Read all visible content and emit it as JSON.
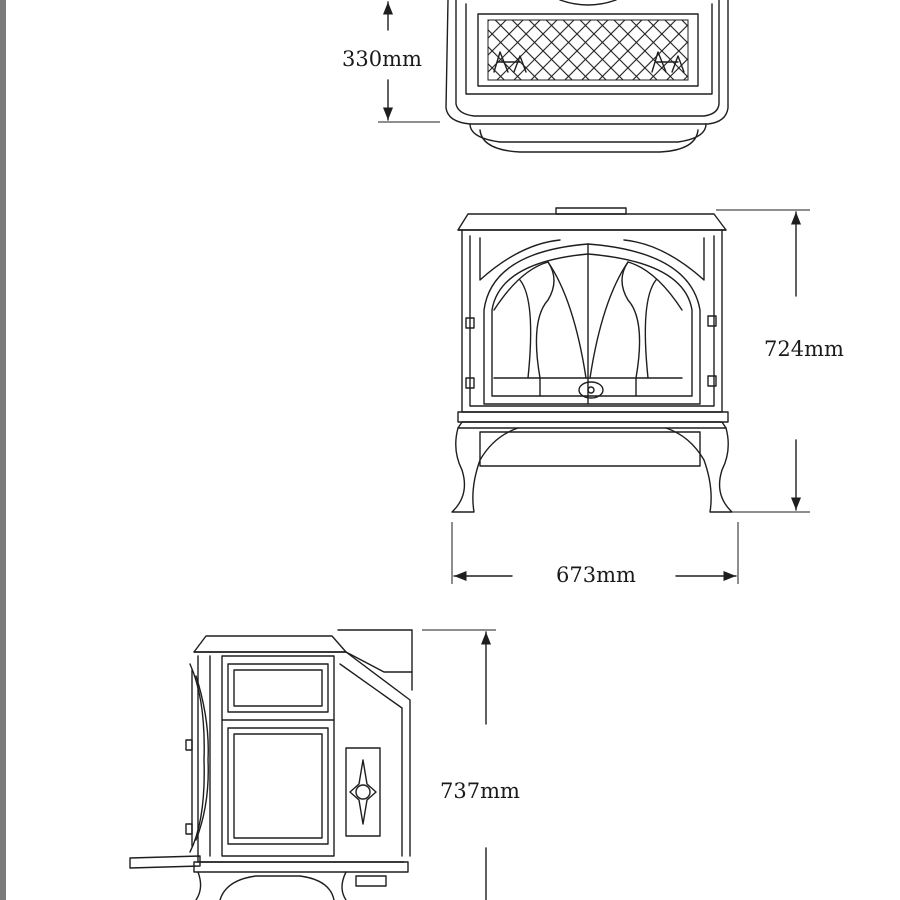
{
  "diagram": {
    "dimensions": {
      "top_view_depth": "330mm",
      "front_height": "724mm",
      "front_width": "673mm",
      "side_height": "737mm"
    },
    "colors": {
      "line": "#1e1e1e",
      "sidebar": "#7b7b7b",
      "background": "#ffffff"
    }
  }
}
